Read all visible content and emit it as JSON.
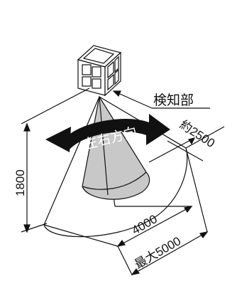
{
  "labels": {
    "sensor": "検知部",
    "direction": "左右方向",
    "height": "1800",
    "range_short": "4000",
    "range_max": "最大5000",
    "radius": "約2500"
  },
  "colors": {
    "line": "#111111",
    "cone_fill": "#c8c8c8",
    "arrow": "#111111"
  }
}
